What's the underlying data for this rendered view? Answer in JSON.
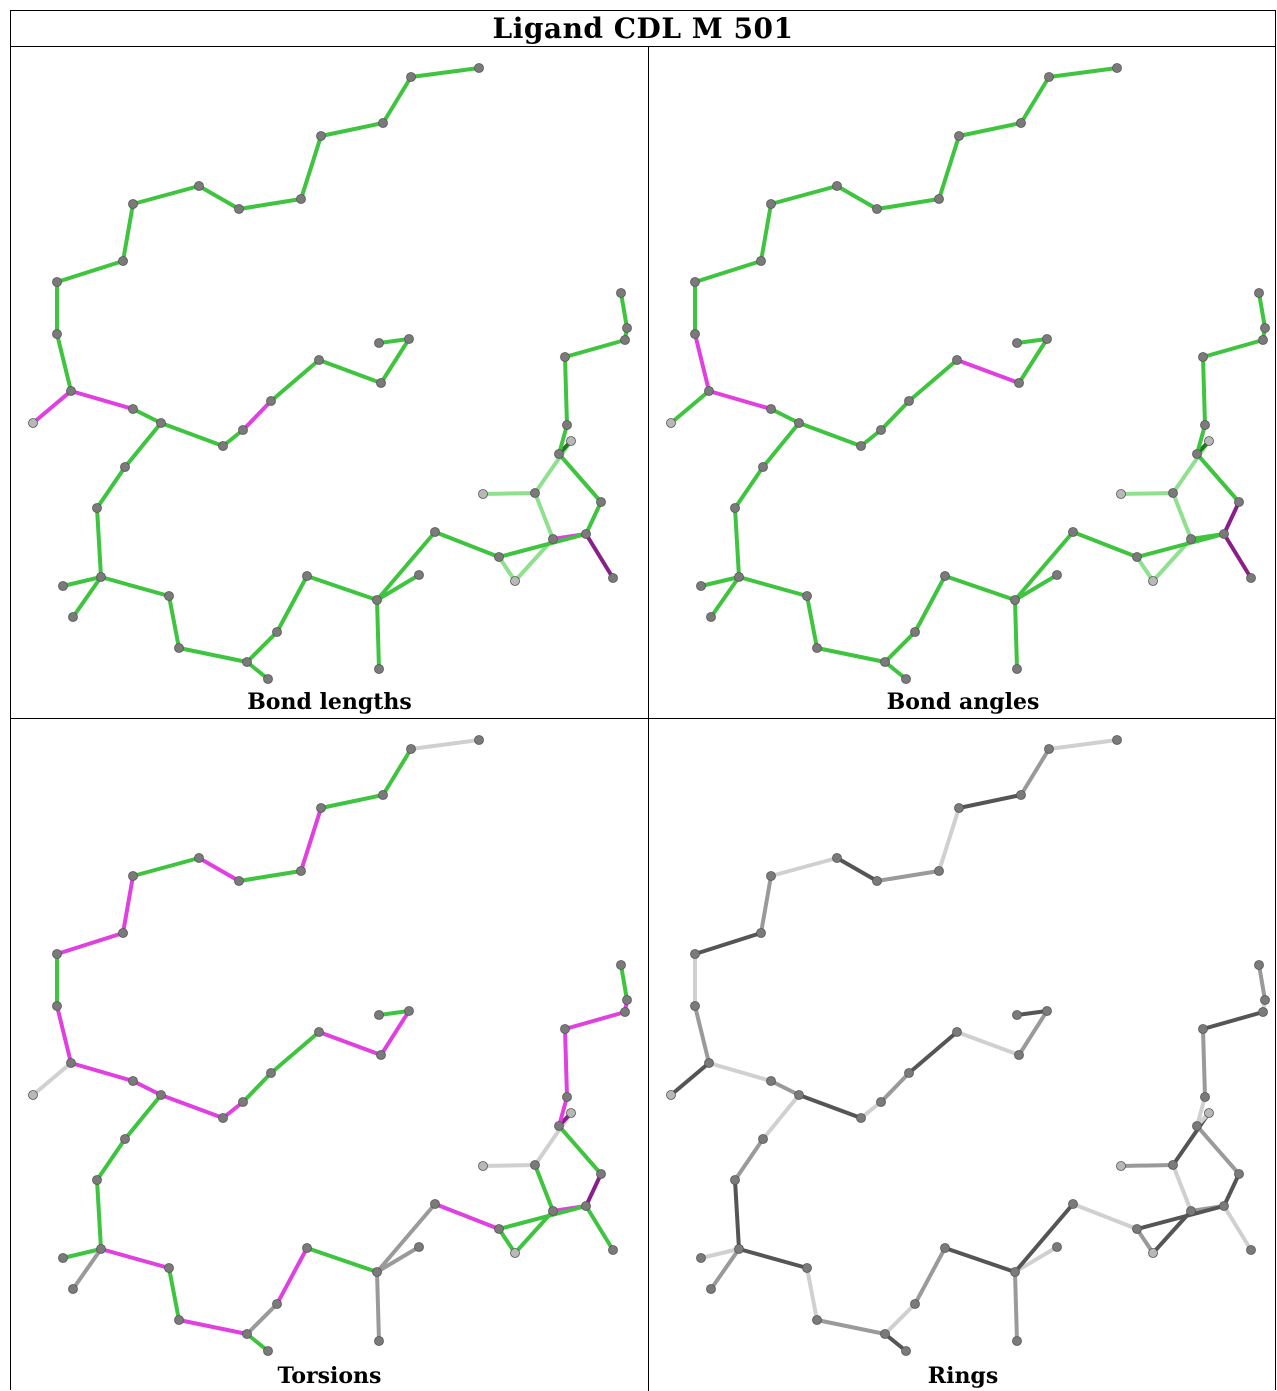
{
  "title": "Ligand CDL M 501",
  "panels": [
    {
      "caption": "Bond lengths"
    },
    {
      "caption": "Bond angles"
    },
    {
      "caption": "Torsions"
    },
    {
      "caption": "Rings"
    }
  ],
  "colors": {
    "green": "#3ec43e",
    "light_green": "#8fe08f",
    "dark_green": "#1f7a1f",
    "magenta": "#e040e0",
    "dark_magenta": "#8a1f8a",
    "grey": "#9a9a9a",
    "light_grey": "#d0d0d0",
    "dark_grey": "#555555",
    "atom": "#7a7a7a"
  }
}
